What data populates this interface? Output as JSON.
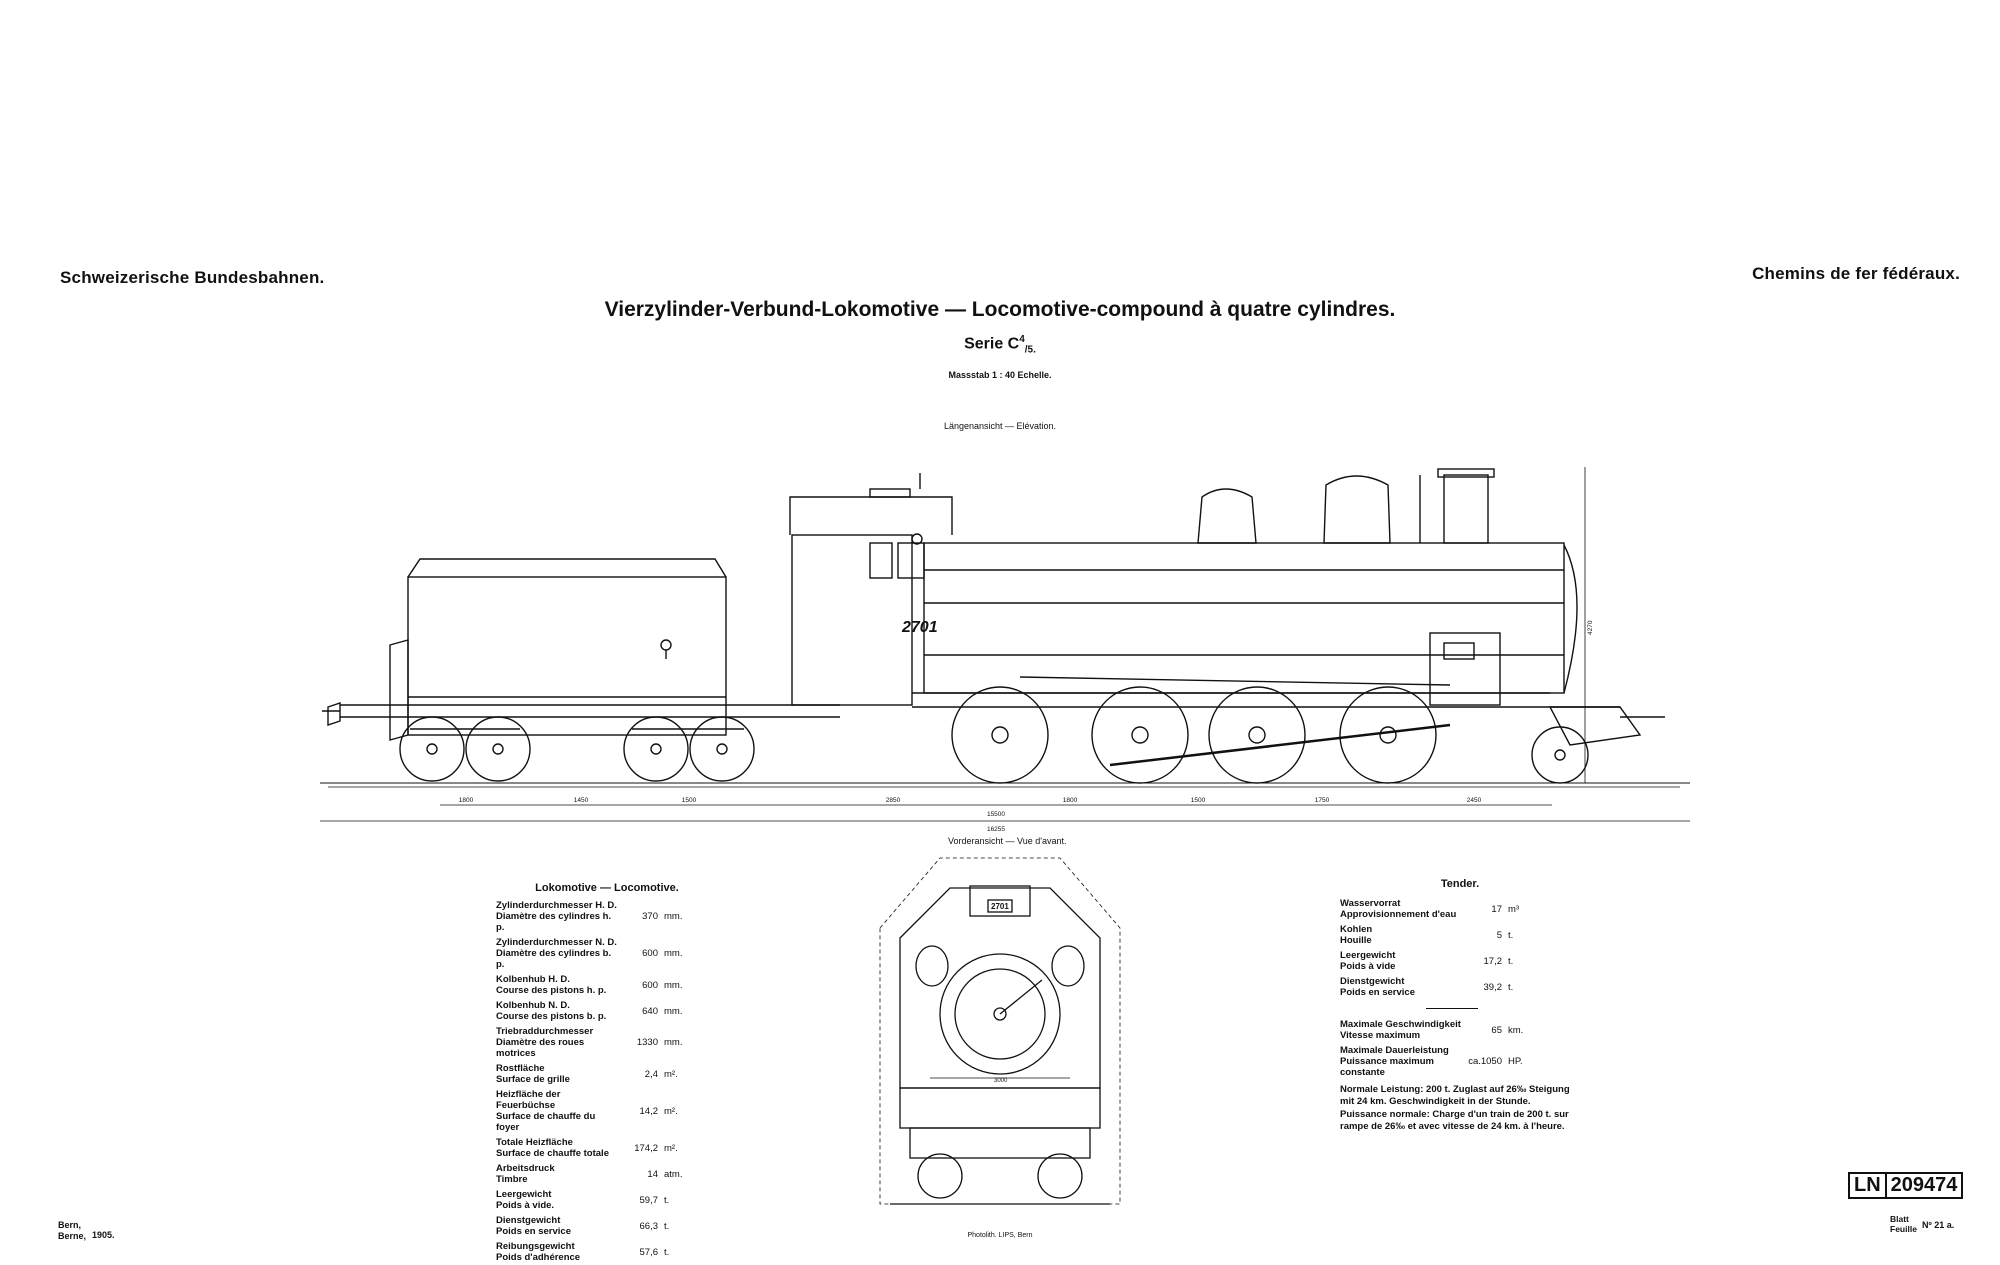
{
  "header": {
    "left": "Schweizerische Bundesbahnen.",
    "right": "Chemins de fer fédéraux.",
    "title": "Vierzylinder-Verbund-Lokomotive — Locomotive-compound à quatre cylindres.",
    "series_prefix": "Serie C",
    "series_sup": "4",
    "series_sub": "/5.",
    "scale": "Massstab 1 : 40 Echelle."
  },
  "elevation": {
    "label": "Längenansicht — Elévation.",
    "number_plate": "2701",
    "dims_top": [
      "1800",
      "1450",
      "1500",
      "2850",
      "1800",
      "1500",
      "1750",
      "2450"
    ],
    "dim_mid": "15500",
    "dim_total": "16255",
    "dim_height": "4270"
  },
  "front": {
    "label": "Vorderansicht — Vue d'avant.",
    "plate": "2701",
    "dim": "3000"
  },
  "loco_table": {
    "title": "Lokomotive — Locomotive.",
    "rows": [
      {
        "de": "Zylinderdurchmesser H. D.",
        "fr": "Diamètre des cylindres h. p.",
        "value": "370",
        "unit": "mm."
      },
      {
        "de": "Zylinderdurchmesser N. D.",
        "fr": "Diamètre des cylindres b. p.",
        "value": "600",
        "unit": "mm."
      },
      {
        "de": "Kolbenhub H. D.",
        "fr": "Course des pistons h. p.",
        "value": "600",
        "unit": "mm."
      },
      {
        "de": "Kolbenhub N. D.",
        "fr": "Course des pistons b. p.",
        "value": "640",
        "unit": "mm."
      },
      {
        "de": "Triebraddurchmesser",
        "fr": "Diamètre des roues motrices",
        "value": "1330",
        "unit": "mm."
      },
      {
        "de": "Rostfläche",
        "fr": "Surface de grille",
        "value": "2,4",
        "unit": "m²."
      },
      {
        "de": "Heizfläche der Feuerbüchse",
        "fr": "Surface de chauffe du foyer",
        "value": "14,2",
        "unit": "m²."
      },
      {
        "de": "Totale Heizfläche",
        "fr": "Surface de chauffe totale",
        "value": "174,2",
        "unit": "m²."
      },
      {
        "de": "Arbeitsdruck",
        "fr": "Timbre",
        "value": "14",
        "unit": "atm."
      },
      {
        "de": "Leergewicht",
        "fr": "Poids à vide.",
        "value": "59,7",
        "unit": "t."
      },
      {
        "de": "Dienstgewicht",
        "fr": "Poids en service",
        "value": "66,3",
        "unit": "t."
      },
      {
        "de": "Reibungsgewicht",
        "fr": "Poids d'adhérence",
        "value": "57,6",
        "unit": "t."
      }
    ]
  },
  "tender_table": {
    "title": "Tender.",
    "rows": [
      {
        "de": "Wasservorrat",
        "fr": "Approvisionnement d'eau",
        "value": "17",
        "unit": "m³"
      },
      {
        "de": "Kohlen",
        "fr": "Houille",
        "value": "5",
        "unit": "t."
      },
      {
        "de": "Leergewicht",
        "fr": "Poids à vide",
        "value": "17,2",
        "unit": "t."
      },
      {
        "de": "Dienstgewicht",
        "fr": "Poids en service",
        "value": "39,2",
        "unit": "t."
      }
    ],
    "perf_rows": [
      {
        "de": "Maximale Geschwindigkeit",
        "fr": "Vitesse maximum",
        "value": "65",
        "unit": "km."
      },
      {
        "de": "Maximale Dauerleistung",
        "fr": "Puissance maximum constante",
        "value": "ca.1050",
        "unit": "HP."
      }
    ],
    "note_de": "Normale Leistung: 200 t. Zuglast auf 26‰ Steigung mit 24 km. Geschwindigkeit in der Stunde.",
    "note_fr": "Puissance normale: Charge d'un train de 200 t. sur rampe de 26‰ et avec vitesse de 24 km. à l'heure."
  },
  "footer": {
    "place_de": "Bern,",
    "place_fr": "Berne,",
    "year": "1905.",
    "printer": "Photolith. LIPS, Bern",
    "ln_label": "LN",
    "ln_number": "209474",
    "sheet_de": "Blatt",
    "sheet_fr": "Feuille",
    "sheet_no": "Nº 21 a."
  }
}
